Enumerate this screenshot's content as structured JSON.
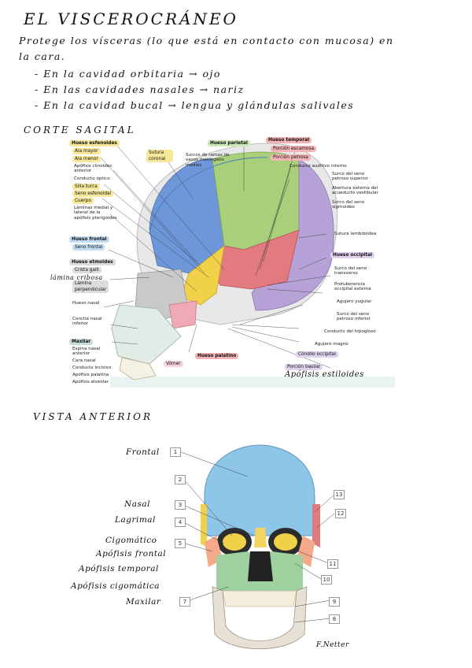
{
  "title": "EL VISCEROCRÁNEO",
  "intro": {
    "line1": "Protege los vísceras (lo que está en contacto con mucosa) en",
    "line2": "la cara."
  },
  "bullets": [
    "- En la cavidad orbitaria → ojo",
    "- En las cavidades nasales → nariz",
    "- En la cavidad bucal → lengua y glándulas salivales"
  ],
  "sections": {
    "sagittal": "CORTE SAGITAL",
    "anterior": "VISTA ANTERIOR"
  },
  "sagittal_labels": {
    "etmoides": "Hueso esfenoides",
    "ala_mayor": "Ala mayor",
    "ala_menor": "Ala menor",
    "apofisis_clinoides": "Apófisis clinoides anterior",
    "conducto_optico": "Conducto óptico",
    "silla_turca": "Silla turca",
    "seno_esfenoidal": "Seno esfenoidal",
    "cuerpo": "Cuerpo",
    "laminas": "Láminas medial y lateral de la apófisis pterigoides",
    "hueso_frontal": "Hueso frontal",
    "seno_frontal": "Seno frontal",
    "hueso_etmoides": "Hueso etmoides",
    "crista_galli": "Crista galli",
    "lamina_perpendicular": "Lámina perpendicular",
    "hueso_nasal": "Hueso nasal",
    "concha_nasal": "Concha nasal inferior",
    "maxilar": "Maxilar",
    "espina_nasal": "Espina nasal anterior",
    "cara_nasal": "Cara nasal",
    "conducto_incisivo": "Conducto incisivo",
    "apofisis_palatina": "Apófisis palatina",
    "apofisis_alveolar": "Apófisis alveolar",
    "sutura_coronal": "Sutura coronal",
    "surcos": "Surcos de ramas de vasos meníngeos medios",
    "hueso_parietal": "Hueso parietal",
    "hueso_temporal": "Hueso temporal",
    "porcion_escamosa": "Porción escamosa",
    "porcion_petrosa": "Porción petrosa",
    "conducto_auditivo": "Conducto auditivo interno",
    "surco_petroso_sup": "Surco del seno petroso superior",
    "abertura_externa": "Abertura externa del acueducto vestibular",
    "surco_sigmoideo": "Surco del seno sigmoideo",
    "sutura_lambdoidea": "Sutura lambdoidea",
    "hueso_occipital": "Hueso occipital",
    "surco_transverso": "Surco del seno transverso",
    "protuberancia": "Protuberancia occipital externa",
    "agujero_yugular": "Agujero yugular",
    "surco_petroso_inf": "Surco del seno petroso inferior",
    "conducto_hipogloso": "Conducto del hipogloso",
    "agujero_magno": "Agujero magno",
    "condilo": "Cóndilo occipital",
    "porcion_basilar": "Porción basilar",
    "vomer": "Vómer",
    "hueso_palatino": "Hueso palatino"
  },
  "sagittal_handwritten": {
    "lamina_cribosa": "lámina cribosa",
    "apofisis_estiloides": "Apófisis estiloides"
  },
  "anterior_labels": {
    "frontal": "Frontal",
    "nasal": "Nasal",
    "lagrimal": "Lagrimal",
    "cigomatico": "Cigomático",
    "apofisis_frontal": "Apófisis frontal",
    "apofisis_temporal": "Apófisis temporal",
    "apofisis_cigomatica": "Apófisis cigomática",
    "maxilar": "Maxilar"
  },
  "anterior_numbers": [
    "1",
    "2",
    "3",
    "4",
    "5",
    "7",
    "8",
    "9",
    "10",
    "11",
    "12",
    "13"
  ],
  "signature": "F.Netter",
  "colors": {
    "frontal": "#8ec6ea",
    "parietal": "#a9cf7a",
    "temporal": "#e27b80",
    "occipital": "#b7a2d8",
    "sphenoid": "#f2d14a",
    "ethmoid": "#c9c9c9",
    "maxilla": "#9fd0a0",
    "zygomatic": "#f4a98a"
  }
}
